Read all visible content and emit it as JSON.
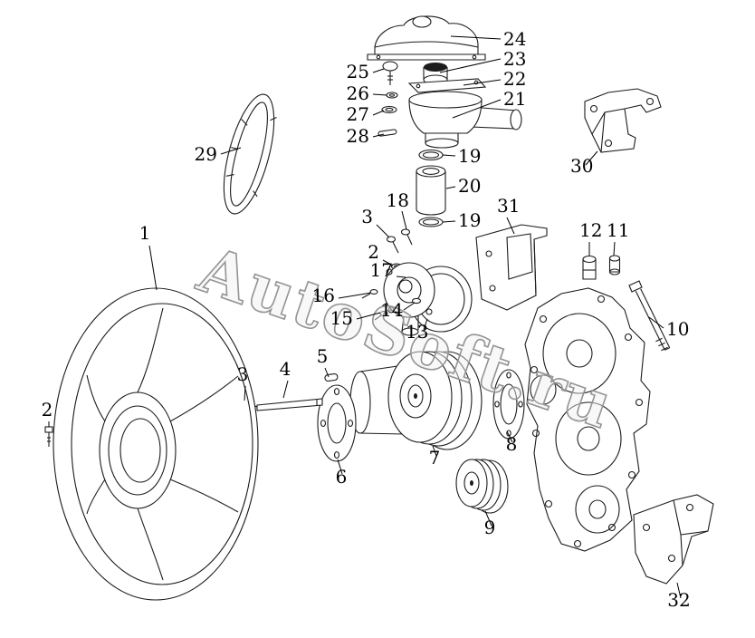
{
  "watermark": {
    "text": "AutoSoft.ru"
  },
  "callouts": [
    {
      "label": "24"
    },
    {
      "label": "23"
    },
    {
      "label": "22"
    },
    {
      "label": "21"
    },
    {
      "label": "25"
    },
    {
      "label": "26"
    },
    {
      "label": "27"
    },
    {
      "label": "28"
    },
    {
      "label": "29"
    },
    {
      "label": "19"
    },
    {
      "label": "20"
    },
    {
      "label": "19"
    },
    {
      "label": "18"
    },
    {
      "label": "3"
    },
    {
      "label": "31"
    },
    {
      "label": "12"
    },
    {
      "label": "11"
    },
    {
      "label": "2"
    },
    {
      "label": "17"
    },
    {
      "label": "16"
    },
    {
      "label": "15"
    },
    {
      "label": "14"
    },
    {
      "label": "13"
    },
    {
      "label": "10"
    },
    {
      "label": "30"
    },
    {
      "label": "1"
    },
    {
      "label": "3"
    },
    {
      "label": "4"
    },
    {
      "label": "5"
    },
    {
      "label": "2"
    },
    {
      "label": "6"
    },
    {
      "label": "7"
    },
    {
      "label": "8"
    },
    {
      "label": "9"
    },
    {
      "label": "32"
    }
  ]
}
